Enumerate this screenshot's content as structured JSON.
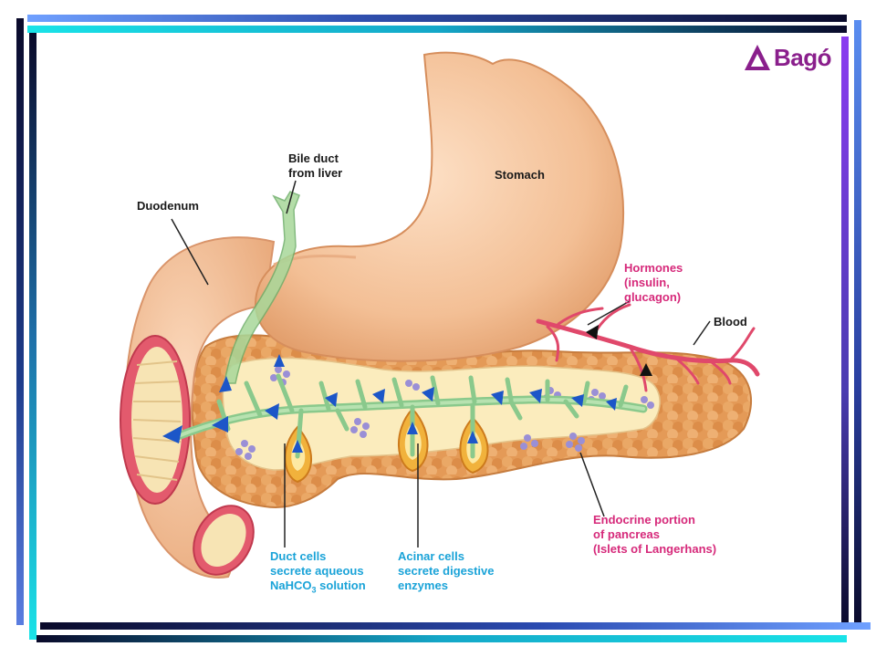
{
  "logo": {
    "text": "Bagó",
    "color": "#8a1f8c"
  },
  "labels": {
    "bile_duct": [
      "Bile duct",
      "from liver"
    ],
    "stomach": "Stomach",
    "duodenum": "Duodenum",
    "hormones": [
      "Hormones",
      "(insulin,",
      "glucagon)"
    ],
    "blood": "Blood",
    "endocrine": [
      "Endocrine portion",
      "of pancreas",
      "(Islets of Langerhans)"
    ],
    "duct_cells": [
      "Duct cells",
      "secrete aqueous",
      "NaHCO",
      "3",
      " solution"
    ],
    "acinar": [
      "Acinar cells",
      "secrete digestive",
      "enzymes"
    ]
  },
  "colors": {
    "frame_dark": "#0a0a2a",
    "frame_cyan": "#19e3e8",
    "frame_purple": "#8a3cf0",
    "stomach": "#f6c9a2",
    "pancreas": "#e9a063",
    "duct": "#9ed39a",
    "blood": "#e0486b",
    "label_pink": "#d6297a",
    "label_blue": "#1aa3d8"
  }
}
